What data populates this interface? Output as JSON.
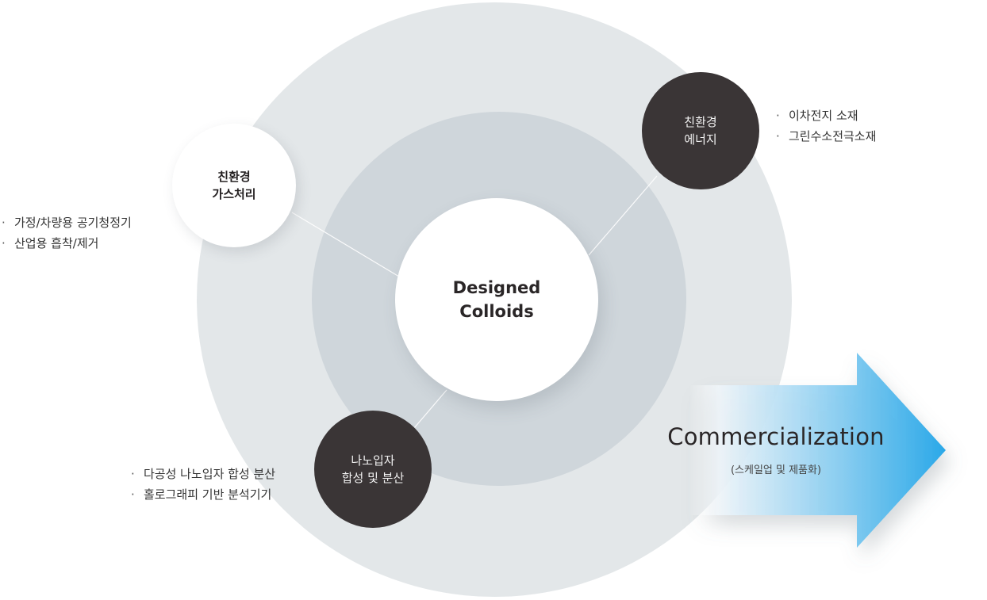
{
  "center": {
    "line1": "Designed",
    "line2": "Colloids"
  },
  "nodes": {
    "gas": {
      "line1": "친환경",
      "line2": "가스처리"
    },
    "energy": {
      "line1": "친환경",
      "line2": "에너지"
    },
    "nano": {
      "line1": "나노입자",
      "line2": "합성 및 분산"
    }
  },
  "lists": {
    "gas": [
      "가정/차량용 공기청정기",
      "산업용 흡착/제거"
    ],
    "energy": [
      "이차전지 소재",
      "그린수소전극소재"
    ],
    "nano": [
      "다공성 나노입자 합성 분산",
      "홀로그래피 기반 분석기기"
    ]
  },
  "bullet_mark": "·",
  "commercialization": {
    "title": "Commercialization",
    "subtitle": "(스케일업 및 제품화)"
  },
  "colors": {
    "outer_ring": "#e3e7e9",
    "middle_ring": "#cfd6db",
    "dark_node": "#3a3536",
    "arrow_start": "#ffffff",
    "arrow_end": "#2aa8e8"
  }
}
